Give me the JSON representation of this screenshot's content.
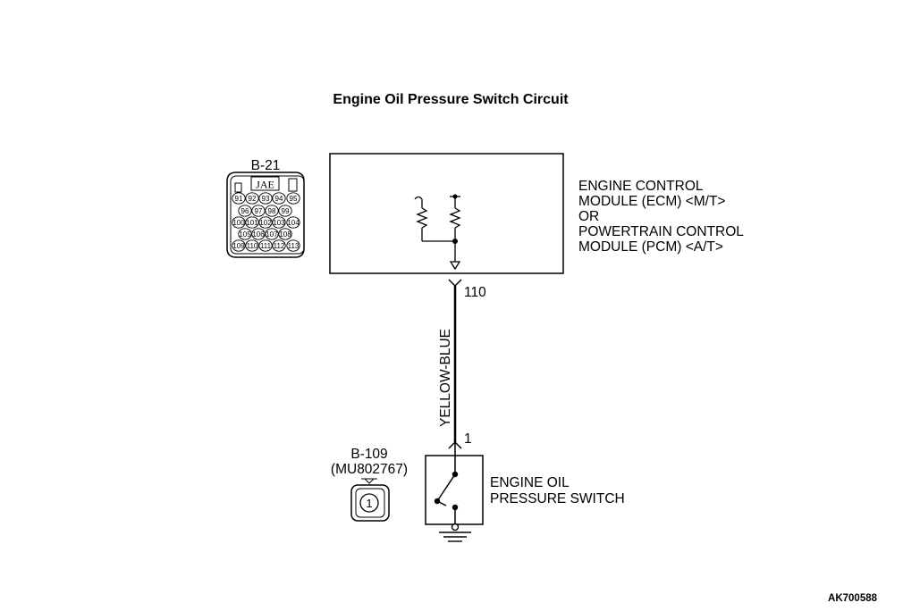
{
  "title": "Engine Oil Pressure Switch Circuit",
  "ecm": {
    "label_lines": [
      "ENGINE CONTROL",
      "MODULE (ECM) <M/T>",
      "OR",
      "POWERTRAIN CONTROL",
      "MODULE (PCM) <A/T>"
    ],
    "terminal": "110"
  },
  "connector_b21": {
    "name": "B-21",
    "maker": "JAE",
    "pin_rows": [
      [
        "91",
        "92",
        "93",
        "94",
        "95"
      ],
      [
        "96",
        "97",
        "98",
        "99"
      ],
      [
        "100",
        "101",
        "102",
        "103",
        "104"
      ],
      [
        "105",
        "106",
        "107",
        "108"
      ],
      [
        "109",
        "110",
        "111",
        "112",
        "113"
      ]
    ]
  },
  "wire": {
    "color": "YELLOW-BLUE"
  },
  "connector_b109": {
    "name": "B-109",
    "part": "(MU802767)",
    "pin": "1"
  },
  "switch": {
    "label_lines": [
      "ENGINE OIL",
      "PRESSURE SWITCH"
    ],
    "terminal": "1"
  },
  "figure_code": "AK700588"
}
